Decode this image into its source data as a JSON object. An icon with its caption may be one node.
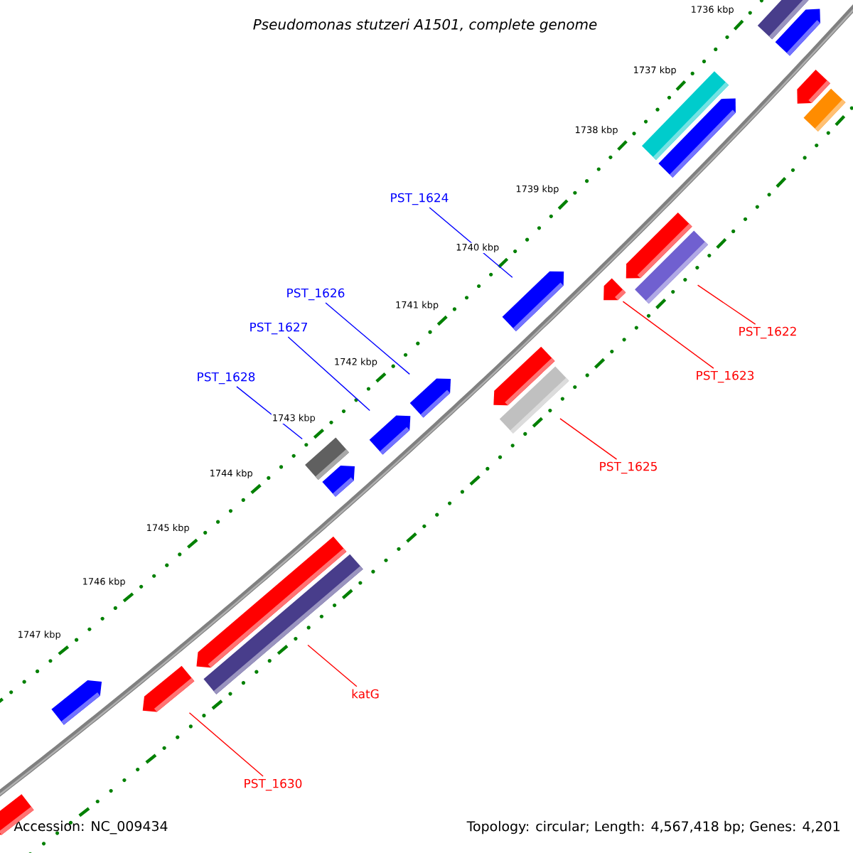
{
  "diagram": {
    "title": "Pseudomonas stutzeri A1501, complete genome",
    "nodes": [
      {
        "text": [
          "PST_1624"
        ]
      },
      {
        "text": [
          "PST_1626"
        ]
      },
      {
        "text": [
          "PST_1627"
        ]
      },
      {
        "text": [
          "PST_1622"
        ]
      },
      {
        "text": [
          "PST_1623"
        ]
      },
      {
        "text": [
          "PST_1628"
        ]
      },
      {
        "text": [
          "PST_1625"
        ]
      },
      {
        "text": [
          "katG"
        ]
      },
      {
        "text": [
          "PST_1630"
        ]
      },
      {
        "text": [],
        "shape": "bar"
      },
      {
        "text": [],
        "shape": "bar"
      },
      {
        "text": [],
        "shape": "bar"
      },
      {
        "text": [],
        "shape": "bar"
      },
      {
        "text": [],
        "shape": "bar"
      },
      {
        "text": [],
        "shape": "bar"
      },
      {
        "text": [],
        "shape": "bar"
      },
      {
        "text": [],
        "shape": "bar"
      },
      {
        "text": [],
        "shape": "bar"
      },
      {
        "text": [],
        "shape": "bar"
      },
      {
        "text": [],
        "shape": "bar"
      },
      {
        "text": [],
        "shape": "bar"
      },
      {
        "text": [],
        "shape": "bar"
      },
      {
        "text": [],
        "shape": "bar"
      },
      {
        "text": [],
        "shape": "bar"
      },
      {
        "text": [],
        "shape": "bar"
      },
      {
        "text": [],
        "shape": "bar"
      },
      {
        "text": [],
        "shape": "bar"
      },
      {
        "text": [],
        "shape": "bar"
      },
      {
        "text": [],
        "shape": "bar"
      },
      {
        "text": [],
        "shape": "bar"
      }
    ],
    "edges": [
      {
        "from": 0,
        "to": 9,
        "arrow": "none",
        "color": "#0000ff"
      },
      {
        "from": 1,
        "to": 10,
        "arrow": "none",
        "color": "#0000ff"
      },
      {
        "from": 2,
        "to": 11,
        "arrow": "none",
        "color": "#0000ff"
      },
      {
        "from": 3,
        "to": 12,
        "arrow": "none"
      },
      {
        "from": 4,
        "to": 13,
        "arrow": "none"
      },
      {
        "from": 5,
        "to": 14,
        "arrow": "none",
        "color": "#0000ff"
      },
      {
        "from": 6,
        "to": 15,
        "arrow": "none"
      },
      {
        "from": 7,
        "to": 16,
        "arrow": "none"
      },
      {
        "from": 8,
        "to": 17,
        "arrow": "none"
      }
    ],
    "labels": [
      "1736 kbp",
      "1737 kbp",
      "1738 kbp",
      "1739 kbp",
      "1740 kbp",
      "1741 kbp",
      "1742 kbp",
      "1743 kbp",
      "1744 kbp",
      "1745 kbp",
      "1746 kbp",
      "1747 kbp",
      "Accession: NC_009434",
      "Topology: circular; Length: 4,567,418 bp; Genes: 4,201"
    ]
  }
}
